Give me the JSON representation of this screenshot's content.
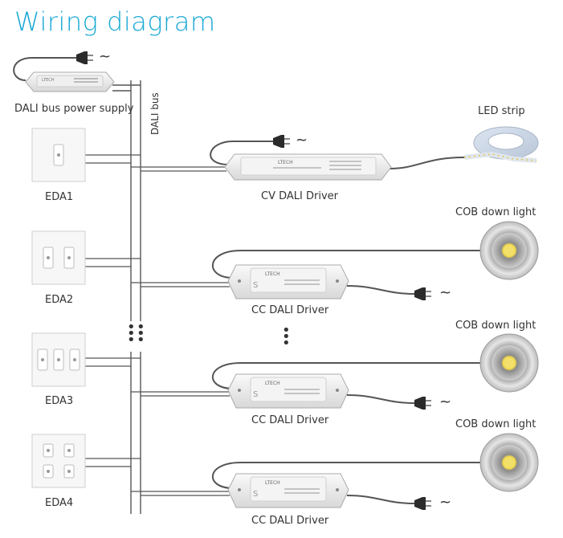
{
  "title": "Wiring diagram",
  "bus_label": "DALI bus",
  "power_supply_label": "DALI bus power supply",
  "switches": [
    {
      "label": "EDA1",
      "buttons": 1
    },
    {
      "label": "EDA2",
      "buttons": 2
    },
    {
      "label": "EDA3",
      "buttons": 3
    },
    {
      "label": "EDA4",
      "buttons": 4
    }
  ],
  "drivers": [
    {
      "label": "CV DALI Driver",
      "brand": "LTECH"
    },
    {
      "label": "CC DALI Driver",
      "brand": "LTECH"
    },
    {
      "label": "CC DALI Driver",
      "brand": "LTECH"
    },
    {
      "label": "CC DALI Driver",
      "brand": "LTECH"
    }
  ],
  "loads": [
    {
      "label": "LED strip"
    },
    {
      "label": "COB down light"
    },
    {
      "label": "COB down light"
    },
    {
      "label": "COB down light"
    }
  ],
  "ac_symbol": "~",
  "colors": {
    "title": "#1ba9d6",
    "wire": "#555555",
    "text": "#333333"
  }
}
